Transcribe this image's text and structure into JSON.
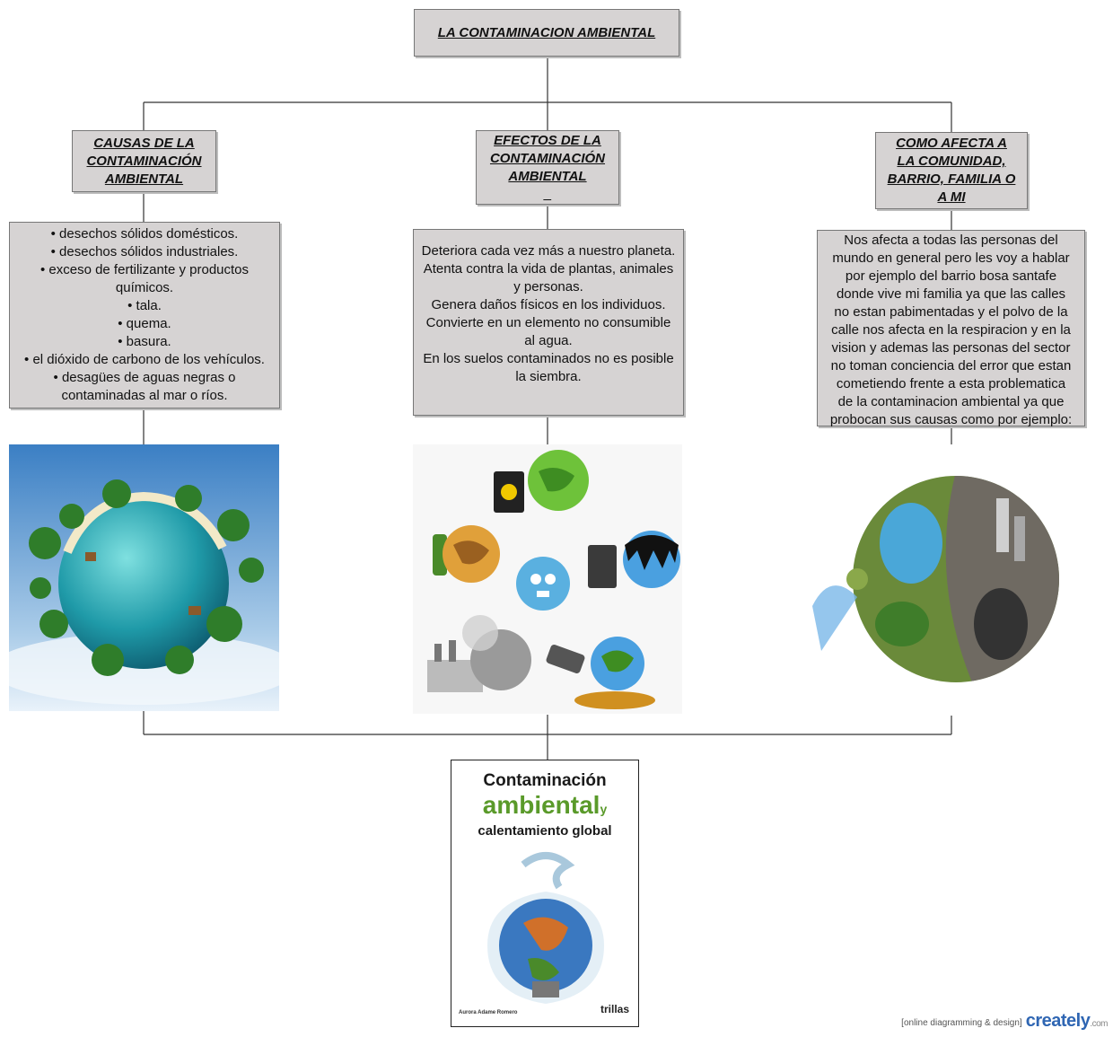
{
  "title": "LA CONTAMINACION AMBIENTAL",
  "columns": [
    {
      "heading": "CAUSAS DE LA\nCONTAMINACIÓN\nAMBIENTAL",
      "body": "• desechos sólidos domésticos.\n• desechos sólidos industriales.\n• exceso de fertilizante y productos\nquímicos.\n• tala.\n• quema.\n• basura.\n• el dióxido de carbono de los vehículos.\n• desagües de aguas negras o\ncontaminadas al mar o ríos.",
      "image_icon": "tropical-globe-image"
    },
    {
      "heading": "EFECTOS DE LA\nCONTAMINACIÓN\nAMBIENTAL\n_",
      "body": "Deteriora cada vez más a nuestro planeta.\nAtenta contra la vida de plantas, animales\ny personas.\nGenera daños físicos en los individuos.\nConvierte en un elemento no consumible\nal agua.\nEn los suelos contaminados no es posible\nla siembra.",
      "image_icon": "polluted-globes-image"
    },
    {
      "heading": "COMO AFECTA A\nLA COMUNIDAD,\nBARRIO, FAMILIA O\nA MI",
      "body": "Nos afecta a todas las personas del\nmundo en general pero les voy a hablar\npor ejemplo del barrio bosa santafe\ndonde vive mi familia  ya que las calles\nno estan pabimentadas y el polvo de la\ncalle nos  afecta en la respiracion y en la\nvision y ademas las personas del sector\nno toman conciencia  del error que estan\ncometiendo frente a esta problematica\nde la contaminacion ambiental ya que\nprobocan sus causas como por ejemplo:",
      "image_icon": "divided-earth-image"
    }
  ],
  "book": {
    "title_line1": "Contaminación",
    "title_line2": "ambiental",
    "title_y": "y",
    "title_line3": "calentamiento global",
    "author": "Aurora Adame Romero",
    "publisher": "trillas"
  },
  "footer": {
    "tagline": "[online diagramming & design]",
    "brand": "creately",
    "brand_suffix": ".com"
  },
  "colors": {
    "box_fill": "#d6d3d3",
    "box_border": "#777777",
    "connector": "#333333",
    "brand_blue": "#2f66b3",
    "book_green": "#5a9a2a"
  }
}
